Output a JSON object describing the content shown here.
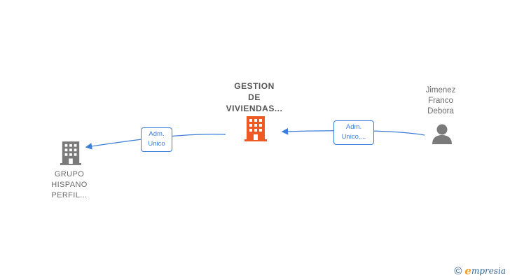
{
  "colors": {
    "accent": "#3b7dd8",
    "center_building": "#ee5a24",
    "side_building": "#7a7a7a",
    "person": "#7a7a7a",
    "label": "#6b6b6b"
  },
  "nodes": {
    "center": {
      "icon": "building-icon",
      "lines": [
        "GESTION",
        "DE",
        "VIVIENDAS..."
      ]
    },
    "left": {
      "icon": "building-icon",
      "lines": [
        "GRUPO",
        "HISPANO",
        "PERFIL..."
      ]
    },
    "right": {
      "icon": "person-icon",
      "lines": [
        "Jimenez",
        "Franco",
        "Debora"
      ]
    }
  },
  "edges": {
    "center_to_left": {
      "lines": [
        "Adm.",
        "Unico"
      ]
    },
    "right_to_center": {
      "lines": [
        "Adm.",
        "Unico,..."
      ]
    }
  },
  "footer": {
    "copyright": "©",
    "brand_initial": "e",
    "brand_rest": "mpresia"
  }
}
